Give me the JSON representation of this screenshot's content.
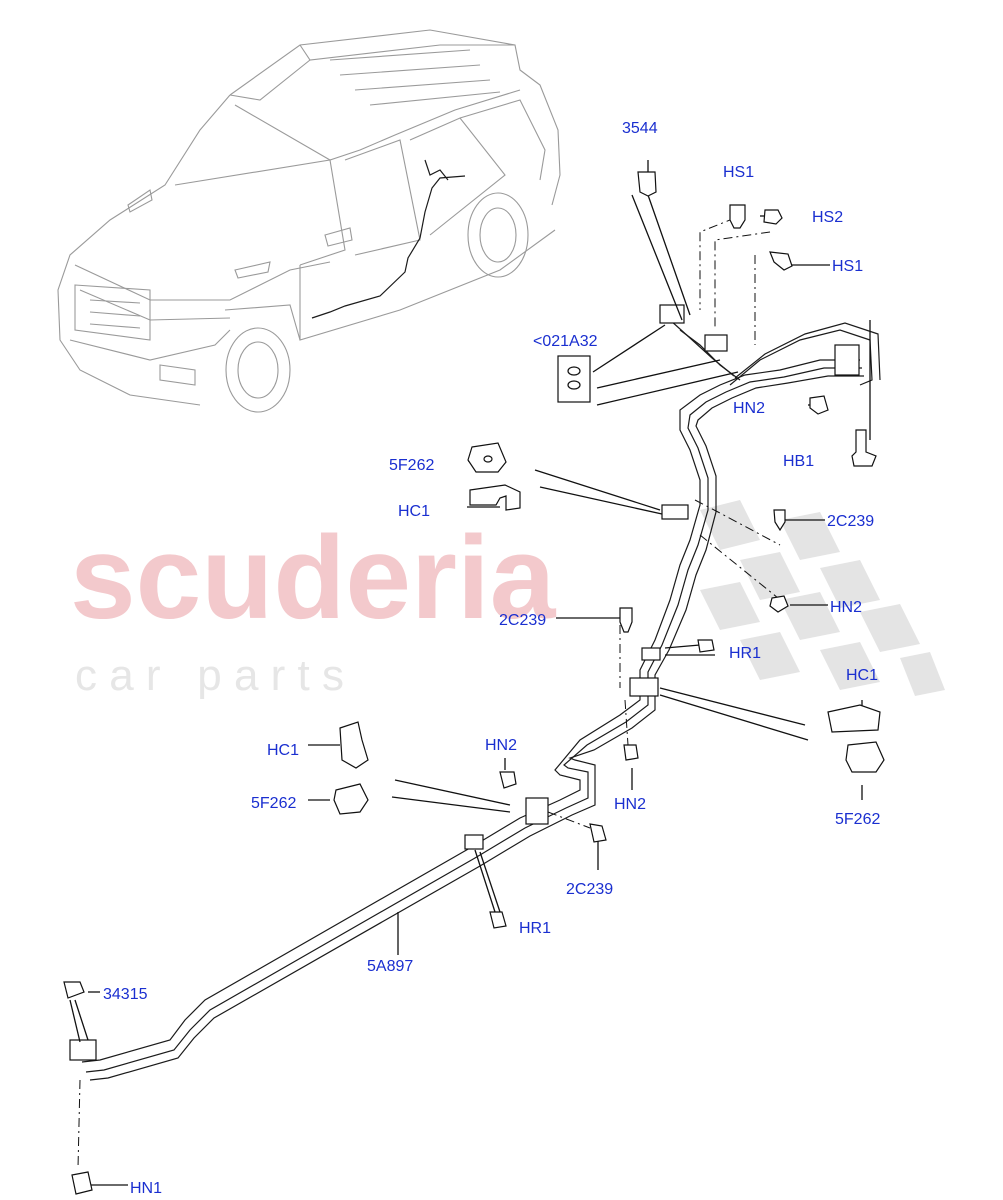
{
  "watermark": {
    "brand": "scuderia",
    "tagline": "c a r   p a r t s"
  },
  "colors": {
    "label": "#1a2fd0",
    "watermark_red": "#f3c9cc",
    "watermark_grey": "#e6e6e6"
  },
  "callouts": {
    "c3544": "3544",
    "hs1_top": "HS1",
    "hs2": "HS2",
    "hs1_right": "HS1",
    "c021a32": "<021A32",
    "hn2_upper": "HN2",
    "hb1": "HB1",
    "f5f262_top": "5F262",
    "hc1_top": "HC1",
    "c2c239_right": "2C239",
    "c2c239_mid": "2C239",
    "hn2_right": "HN2",
    "hr1_upper": "HR1",
    "hc1_right": "HC1",
    "hc1_left": "HC1",
    "hn2_mid_left": "HN2",
    "f5f262_left": "5F262",
    "hn2_mid_right": "HN2",
    "f5f262_right": "5F262",
    "c2c239_lower": "2C239",
    "hr1_lower": "HR1",
    "c5a897": "5A897",
    "c34315": "34315",
    "hn1": "HN1"
  }
}
